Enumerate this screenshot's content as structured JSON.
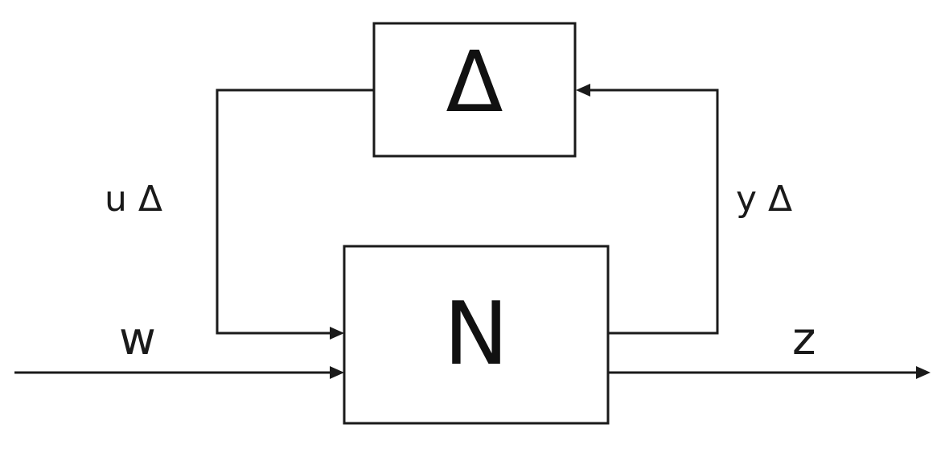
{
  "blocks": {
    "uncertainty": {
      "label": "Δ"
    },
    "plant": {
      "label": "N"
    }
  },
  "signals": {
    "u_delta": "u Δ",
    "y_delta": "y Δ",
    "w": "w",
    "z": "z"
  },
  "colors": {
    "line": "#1a1a1a",
    "background": "#ffffff"
  }
}
